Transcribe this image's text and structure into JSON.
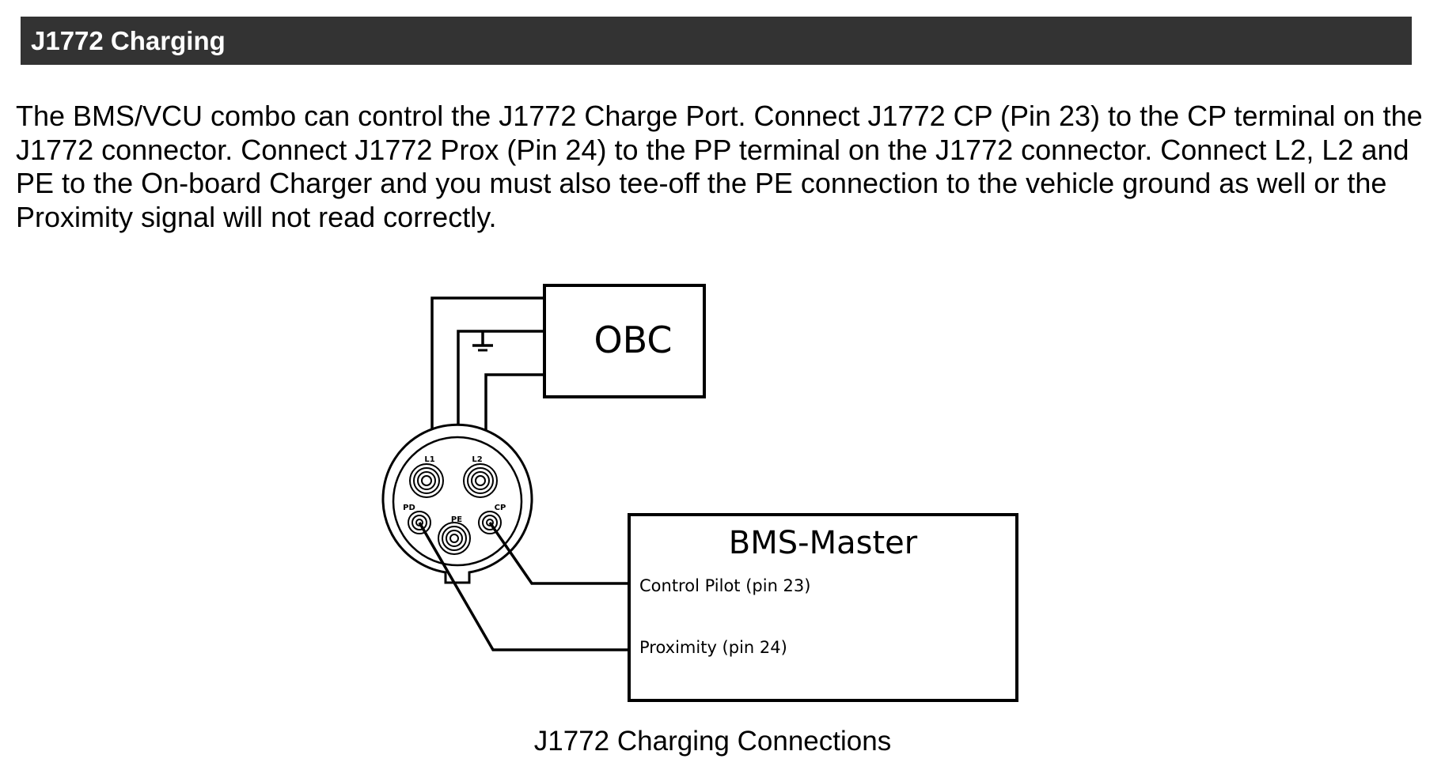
{
  "section": {
    "title": "J1772 Charging"
  },
  "paragraph": "The BMS/VCU combo can control the J1772 Charge Port. Connect J1772 CP (Pin 23) to the CP terminal on the J1772 connector. Connect J1772 Prox (Pin 24) to the PP terminal on the J1772 connector. Connect L2, L2 and PE to the On-board Charger and you must also tee-off the PE connection to the vehicle ground as well or the Proximity signal will not read correctly.",
  "diagram": {
    "obc_label": "OBC",
    "bms_title": "BMS-Master",
    "bms_pins": [
      {
        "label": "Control Pilot (pin 23)"
      },
      {
        "label": "Proximity (pin 24)"
      }
    ],
    "connector_pins": [
      {
        "label": "L1"
      },
      {
        "label": "L2"
      },
      {
        "label": "PD"
      },
      {
        "label": "PE"
      },
      {
        "label": "CP"
      }
    ],
    "ground_symbol": "ground-icon"
  },
  "caption": "J1772 Charging Connections"
}
